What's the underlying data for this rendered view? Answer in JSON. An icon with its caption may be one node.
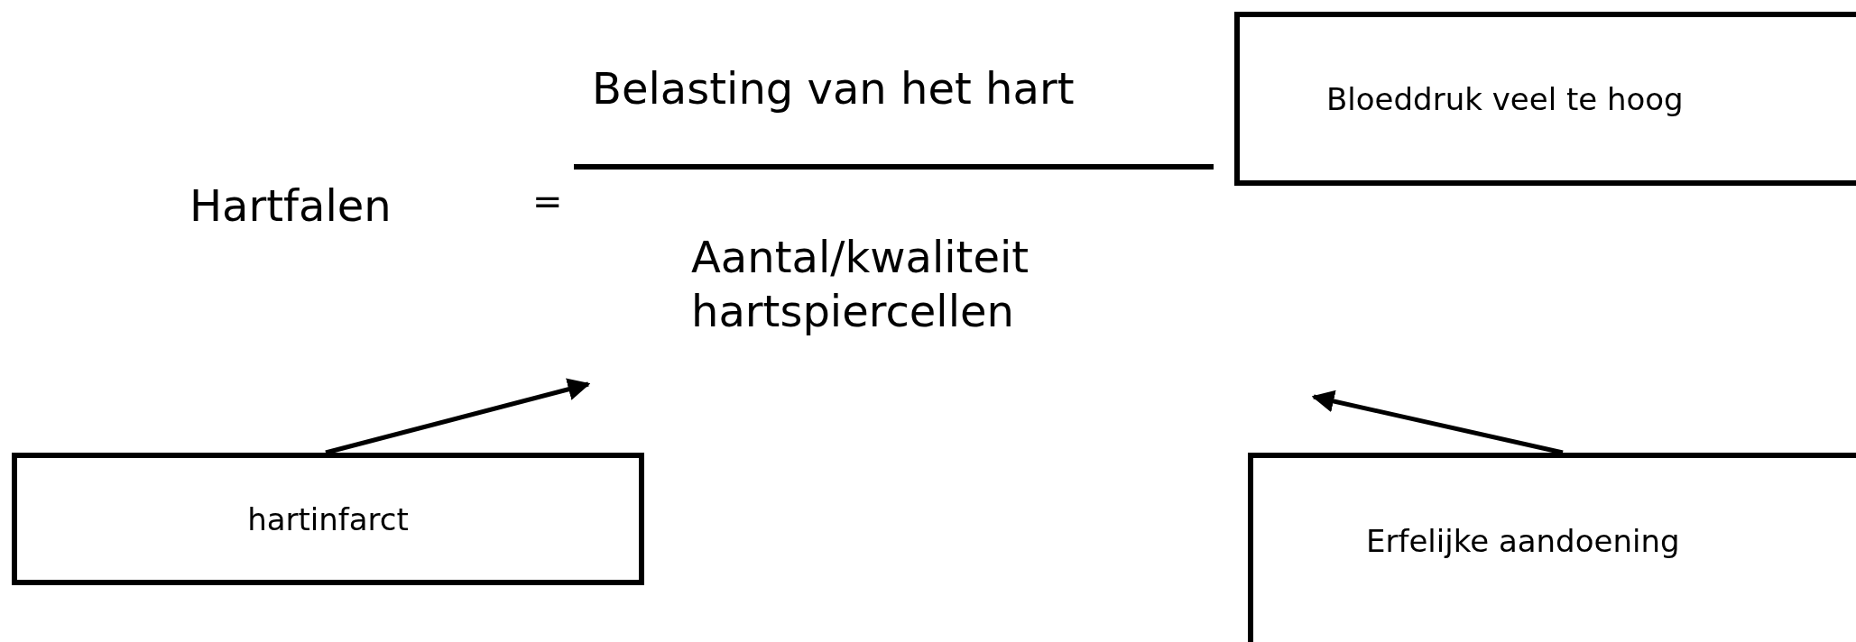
{
  "diagram": {
    "nodes": [
      {
        "text": [
          "Bloeddruk veel te hoog"
        ]
      },
      {
        "text": [
          "hartinfarct"
        ]
      },
      {
        "text": [
          "Erfelijke aandoening"
        ]
      }
    ],
    "edges": [
      {
        "from": 1,
        "to": null,
        "arrow": "to"
      },
      {
        "from": 2,
        "to": null,
        "arrow": "to"
      }
    ],
    "labels": [
      "Belasting van het hart",
      "Hartfalen",
      "=",
      "Aantal/kwaliteit hartspiercellen"
    ]
  }
}
